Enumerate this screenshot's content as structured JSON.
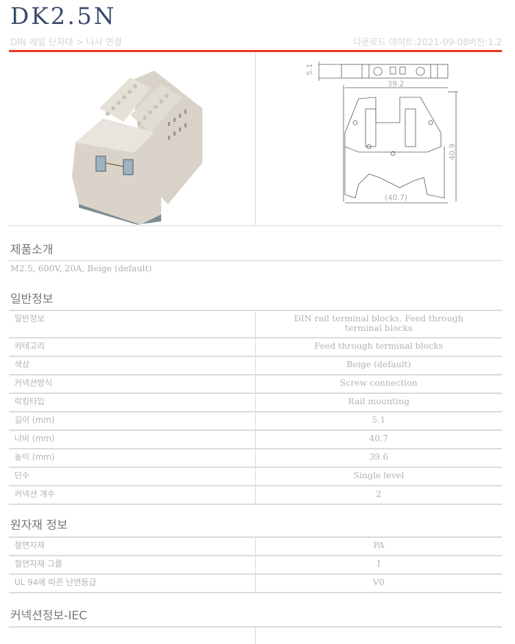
{
  "header": {
    "title": "DK2.5N",
    "breadcrumb": "DIN 레일 단자대 > 나사 연결",
    "download_meta": "다운로드 데이트:2021-09-08버전:1.2",
    "accent_color": "#e8321e"
  },
  "media": {
    "photo_alt": "product-photo",
    "drawing": {
      "dim_thickness": "5.1",
      "dim_top_width": "39.2",
      "dim_height": "40.9",
      "dim_bottom_width": "(40.7)"
    }
  },
  "intro": {
    "title": "제품소개",
    "text": "M2.5, 600V, 20A, Beige (default)"
  },
  "general": {
    "title": "일반정보",
    "rows": [
      {
        "key": "일반정보",
        "value": "DIN rail terminal blocks, Feed through terminal blocks"
      },
      {
        "key": "카테고리",
        "value": "Feed through terminal blocks"
      },
      {
        "key": "색상",
        "value": "Beige (default)"
      },
      {
        "key": "커넥션방식",
        "value": "Screw connection"
      },
      {
        "key": "락킹타입",
        "value": "Rail mounting"
      },
      {
        "key": "길이 (mm)",
        "value": "5.1"
      },
      {
        "key": "너비 (mm)",
        "value": "40.7"
      },
      {
        "key": "높이 (mm)",
        "value": "39.6"
      },
      {
        "key": "단수",
        "value": "Single level"
      },
      {
        "key": "커넥션 개수",
        "value": "2"
      }
    ]
  },
  "material": {
    "title": "원자재 정보",
    "rows": [
      {
        "key": "절연자재",
        "value": "PA"
      },
      {
        "key": "절연자재 그룹",
        "value": "I"
      },
      {
        "key": "UL 94에 따른 난연등급",
        "value": "V0"
      }
    ]
  },
  "connection_iec": {
    "title": "커넥션정보-IEC",
    "rows": [
      {
        "key": "",
        "value": ""
      }
    ]
  }
}
